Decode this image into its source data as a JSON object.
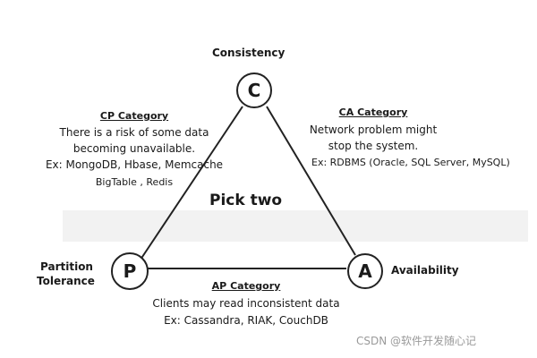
{
  "nodes": {
    "c": {
      "letter": "C",
      "label": "Consistency"
    },
    "p": {
      "letter": "P",
      "label_line1": "Partition",
      "label_line2": "Tolerance"
    },
    "a": {
      "letter": "A",
      "label": "Availability"
    }
  },
  "center_text": "Pick two",
  "cp": {
    "title": "CP Category",
    "lines": [
      "There is a risk of some data",
      "becoming unavailable.",
      "Ex: MongoDB, Hbase, Memcache",
      "BigTable , Redis"
    ]
  },
  "ca": {
    "title": "CA Category",
    "lines": [
      "Network problem might",
      "stop the system.",
      "Ex: RDBMS (Oracle, SQL Server, MySQL)"
    ]
  },
  "ap": {
    "title": "AP Category",
    "lines": [
      "Clients may read inconsistent data",
      "Ex: Cassandra, RIAK, CouchDB"
    ]
  },
  "watermark": "CSDN @软件开发随心记"
}
